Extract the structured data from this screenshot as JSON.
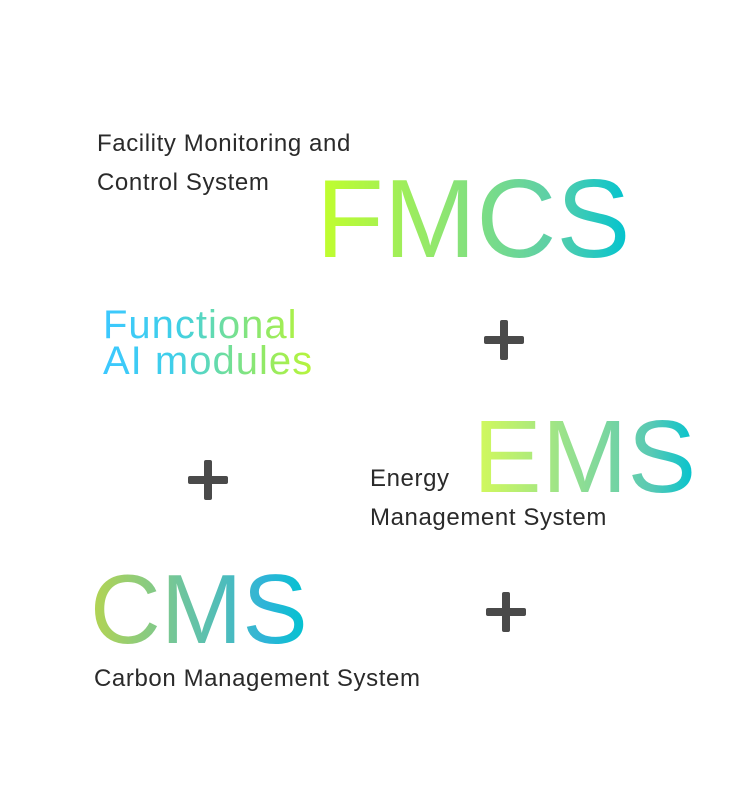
{
  "fmcs": {
    "acronym": "FMCS",
    "line1": "Facility Monitoring and",
    "line2": "Control System"
  },
  "ai": {
    "line1": "Functional",
    "line2": "AI modules"
  },
  "ems": {
    "acronym": "EMS",
    "line1": "Energy",
    "line2": "Management System"
  },
  "cms": {
    "acronym": "CMS",
    "description": "Carbon Management System"
  },
  "icons": [
    "plus-icon",
    "plus-icon",
    "plus-icon"
  ],
  "colors": {
    "text": "#2a2a2a",
    "plus": "#4a4a4a",
    "gradient_start": "#c3ff2a",
    "gradient_end": "#00c3d0",
    "ai_start": "#3cc8ff"
  }
}
